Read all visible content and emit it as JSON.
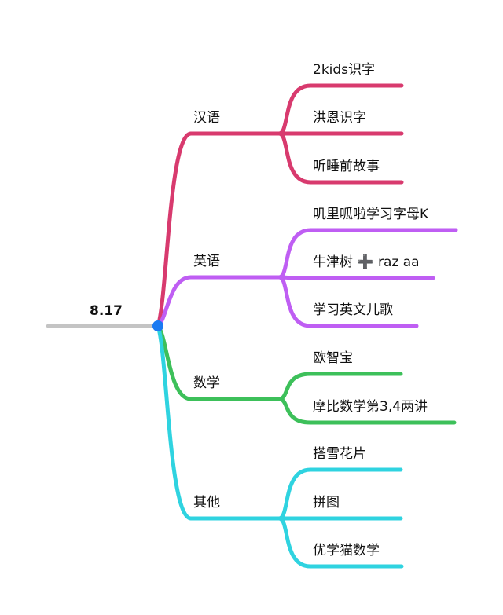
{
  "root": {
    "label": "8.17"
  },
  "branches": [
    {
      "label": "汉语",
      "color": "#d83a6e",
      "children": [
        "2kids识字",
        "洪恩识字",
        "听睡前故事"
      ]
    },
    {
      "label": "英语",
      "color": "#bf5ef3",
      "children": [
        "叽里呱啦学习字母K",
        "牛津树 ➕ raz aa",
        "学习英文儿歌"
      ]
    },
    {
      "label": "数学",
      "color": "#3dc05a",
      "children": [
        "欧智宝",
        "摩比数学第3,4两讲"
      ]
    },
    {
      "label": "其他",
      "color": "#2fd3e0",
      "children": [
        "搭雪花片",
        "拼图",
        "优学猫数学"
      ]
    }
  ],
  "colors": {
    "root_line": "#c4c4c4",
    "center_dot": "#1a7af2"
  }
}
